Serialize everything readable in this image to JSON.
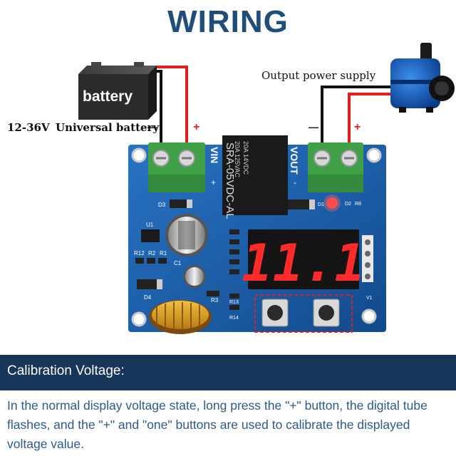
{
  "title": "WIRING",
  "battery": {
    "name": "battery",
    "voltage": "12-36V",
    "caption": "Universal battery",
    "neg": "—",
    "pos": "+"
  },
  "output": {
    "caption": "Output power supply",
    "neg": "—",
    "pos": "+"
  },
  "board": {
    "relay_lines": [
      "20A 14VDC",
      "20A 125VAC"
    ],
    "relay_model": "SRA-05VDC-AL",
    "vin": "VIN",
    "vout": "VOUT",
    "display": "11.1",
    "labels": {
      "d3": "D3",
      "u1": "U1",
      "r12": "R12",
      "r2": "R2",
      "r1": "R1",
      "c1": "C1",
      "d4": "D4",
      "r3": "R3",
      "r13": "R13",
      "r14": "R14",
      "d1": "D1",
      "d2": "D2",
      "r8": "R8",
      "v1": "V1",
      "plus": "+",
      "minus": "-"
    }
  },
  "colors": {
    "title": "#1f4e79",
    "wire_red": "#e32020",
    "wire_black": "#111111",
    "pcb": "#1a5ea8",
    "terminal": "#3fa048",
    "segment_on": "#ff2a2a",
    "bar": "#17365a"
  },
  "section": {
    "label": "Calibration Voltage:",
    "text": "In the normal display voltage state, long press the \"+\" button, the digital tube flashes, and the \"+\" and \"one\" buttons are used to calibrate the displayed voltage value."
  }
}
